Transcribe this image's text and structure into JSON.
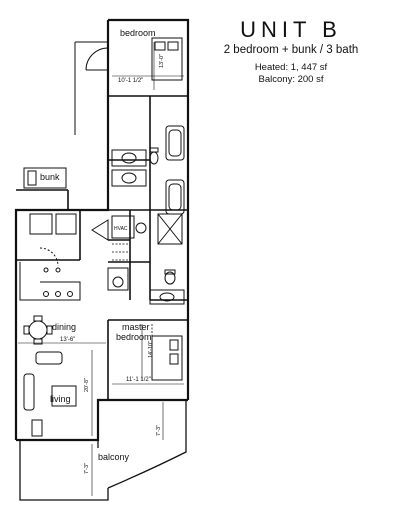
{
  "title": {
    "unit": "UNIT B",
    "config": "2 bedroom + bunk / 3 bath",
    "heated": "Heated: 1, 447 sf",
    "balcony": "Balcony: 200 sf"
  },
  "rooms": {
    "bedroom": "bedroom",
    "bunk": "bunk",
    "dining": "dining",
    "master_line1": "master",
    "master_line2": "bedroom",
    "living": "living",
    "balcony": "balcony",
    "hvac": "HVAC"
  },
  "dimensions": {
    "bedroom_depth": "13'-0\"",
    "bedroom_width": "10'-1 1/2\"",
    "living_width": "13'-6\"",
    "living_depth": "20'-8\"",
    "master_depth": "14'-10\"",
    "master_width": "11'-1 1/2\"",
    "balcony_depth": "7'-3\"",
    "balcony_side": "7'-3\""
  }
}
